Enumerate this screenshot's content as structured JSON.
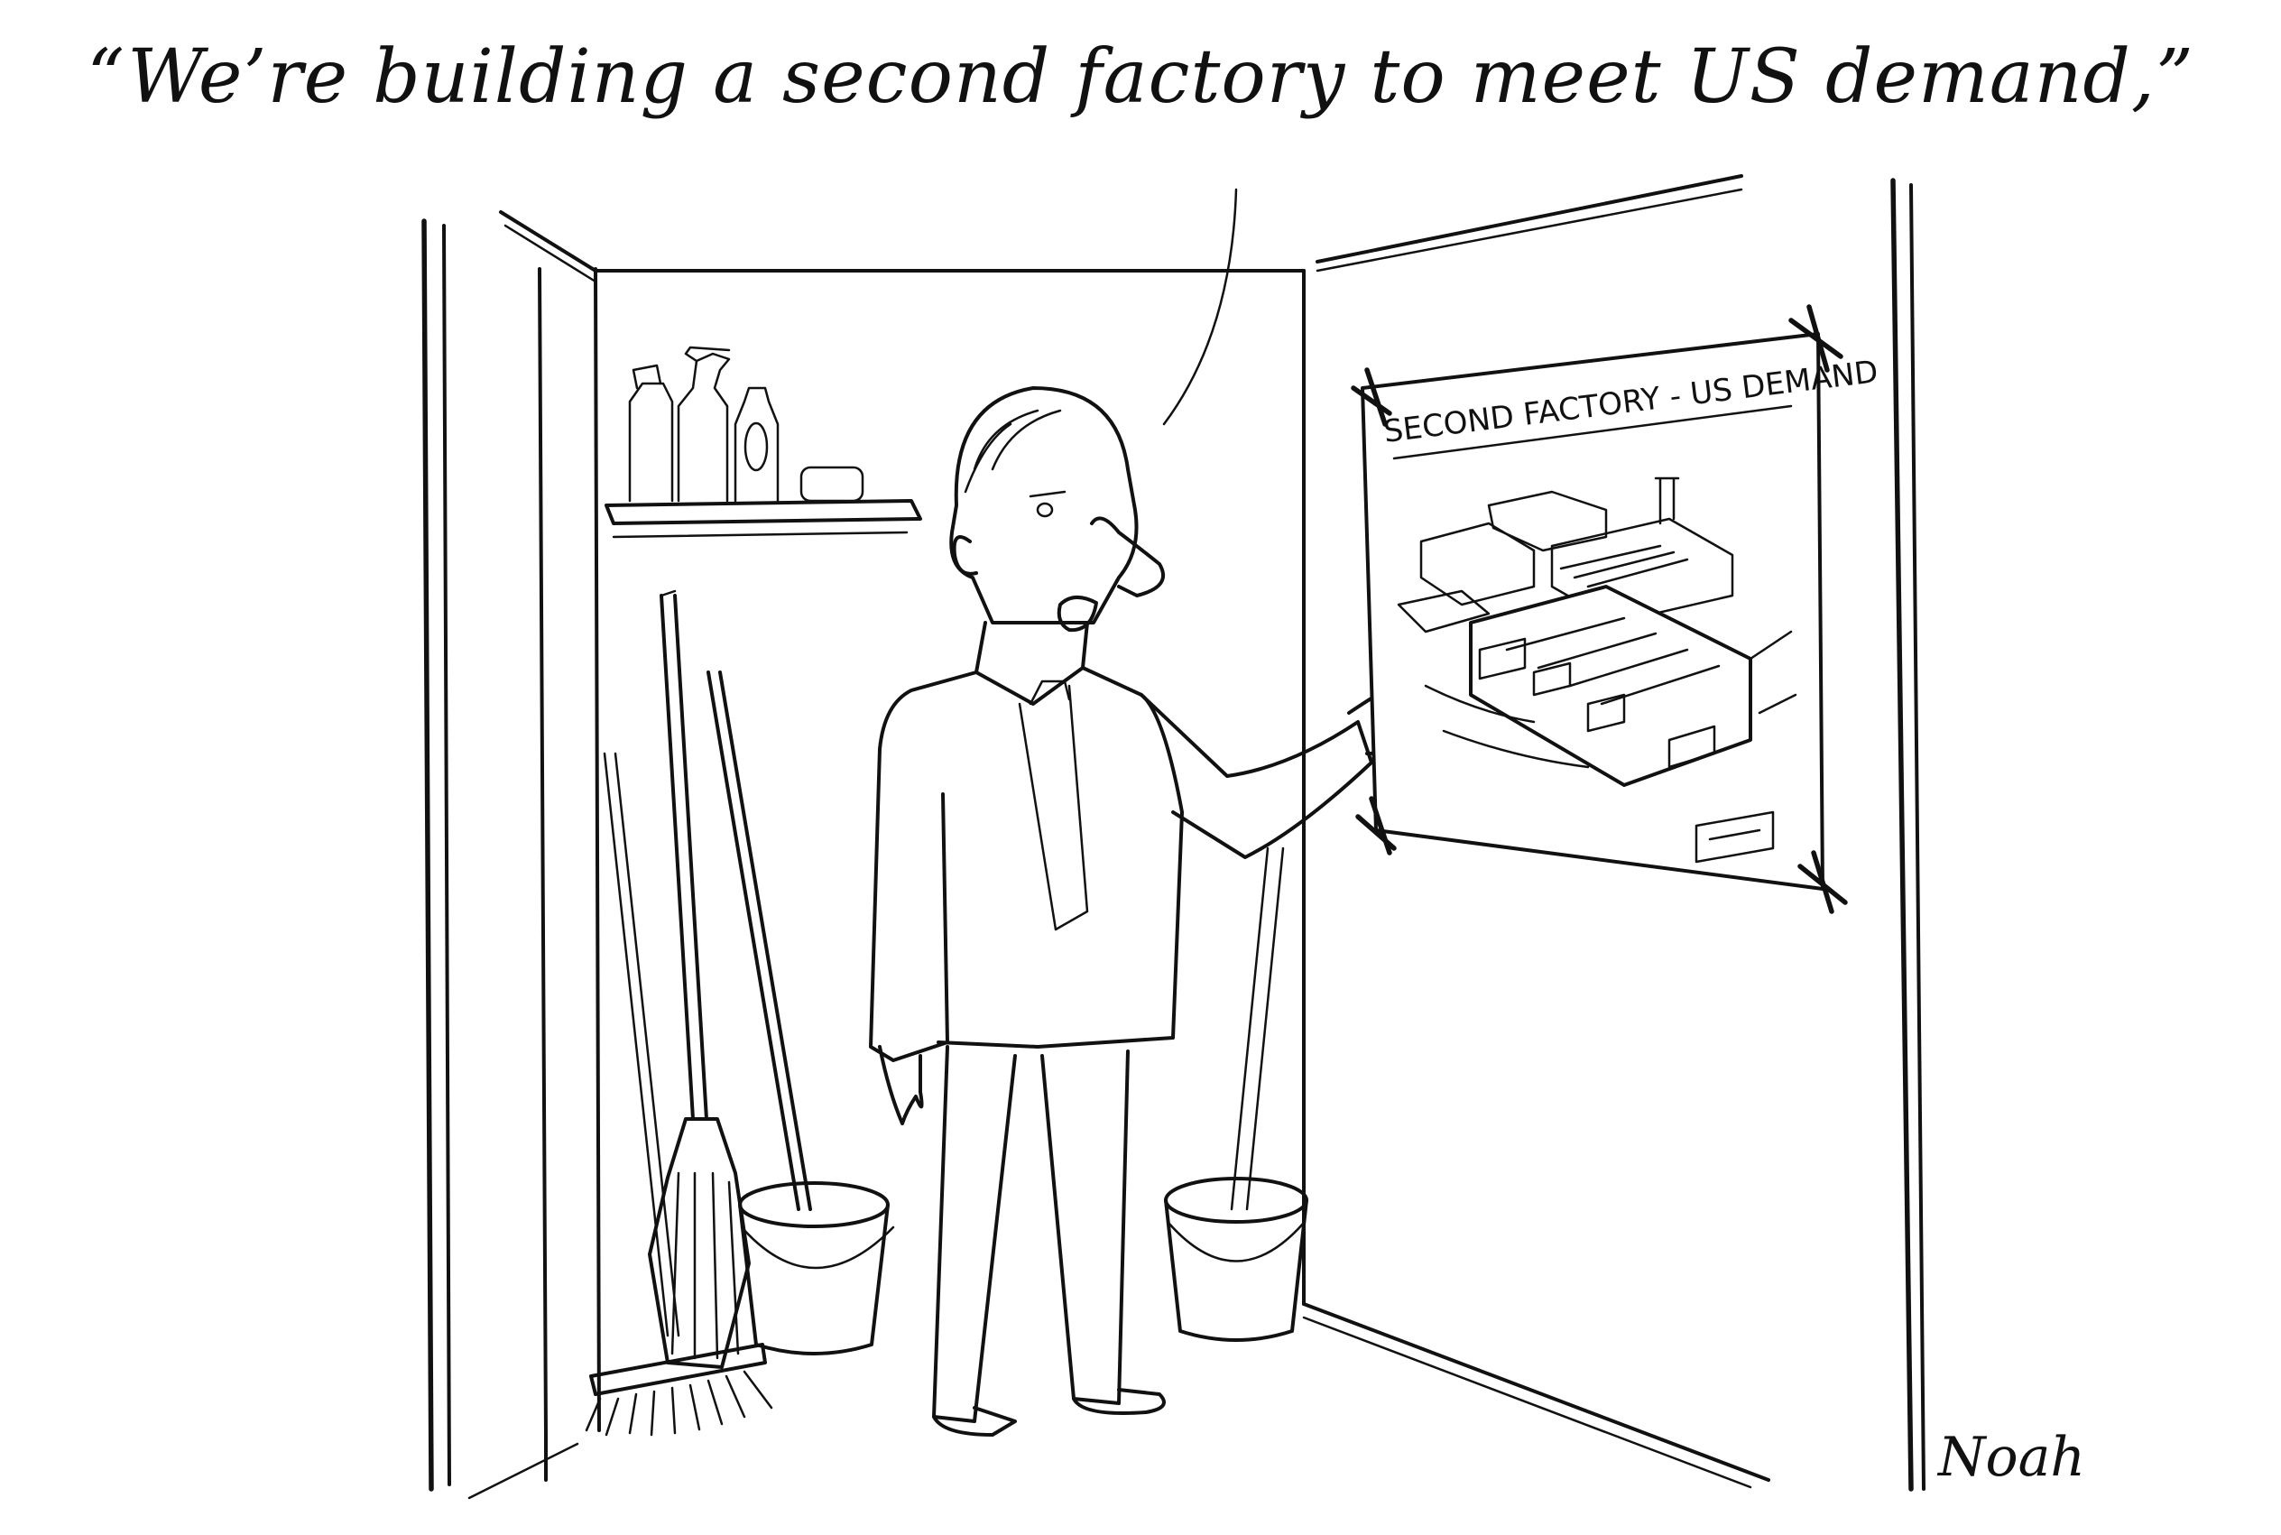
{
  "caption": "“We’re building a second factory to meet US demand,”",
  "poster": {
    "title": "SECOND FACTORY - US DEMAND"
  },
  "signature": "Noah"
}
